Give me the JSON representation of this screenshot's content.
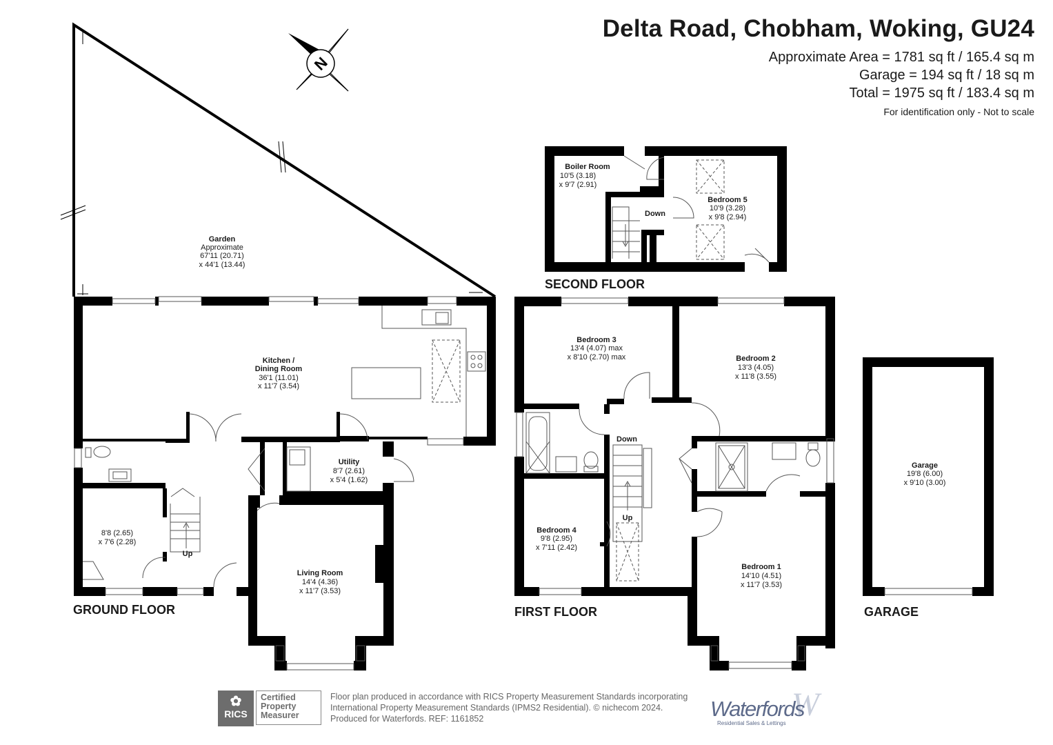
{
  "header": {
    "title": "Delta Road, Chobham, Woking, GU24",
    "approx_area": "Approximate Area = 1781 sq ft / 165.4 sq m",
    "garage_area": "Garage = 194 sq ft / 18 sq m",
    "total_area": "Total = 1975 sq ft / 183.4 sq m",
    "note": "For identification only - Not to scale"
  },
  "compass": {
    "letter": "N"
  },
  "floors": {
    "ground": "GROUND FLOOR",
    "first": "FIRST FLOOR",
    "second": "SECOND FLOOR",
    "garage": "GARAGE"
  },
  "rooms": {
    "garden": {
      "name": "Garden",
      "l1": "Approximate",
      "l2": "67'11 (20.71)",
      "l3": "x 44'1 (13.44)"
    },
    "kitchen": {
      "name": "Kitchen /",
      "name2": "Dining Room",
      "l1": "36'1 (11.01)",
      "l2": "x 11'7 (3.54)"
    },
    "utility": {
      "name": "Utility",
      "l1": "8'7 (2.61)",
      "l2": "x 5'4 (1.62)"
    },
    "study": {
      "l1": "8'8 (2.65)",
      "l2": "x 7'6 (2.28)"
    },
    "living": {
      "name": "Living Room",
      "l1": "14'4 (4.36)",
      "l2": "x 11'7 (3.53)"
    },
    "bedroom3": {
      "name": "Bedroom 3",
      "l1": "13'4 (4.07) max",
      "l2": "x 8'10 (2.70) max"
    },
    "bedroom2": {
      "name": "Bedroom 2",
      "l1": "13'3 (4.05)",
      "l2": "x 11'8 (3.55)"
    },
    "bedroom4": {
      "name": "Bedroom 4",
      "l1": "9'8 (2.95)",
      "l2": "x 7'11 (2.42)"
    },
    "bedroom1": {
      "name": "Bedroom 1",
      "l1": "14'10 (4.51)",
      "l2": "x 11'7 (3.53)"
    },
    "boiler": {
      "name": "Boiler Room",
      "l1": "10'5 (3.18)",
      "l2": "x 9'7 (2.91)"
    },
    "bedroom5": {
      "name": "Bedroom 5",
      "l1": "10'9 (3.28)",
      "l2": "x 9'8 (2.94)"
    },
    "garage": {
      "name": "Garage",
      "l1": "19'8 (6.00)",
      "l2": "x 9'10 (3.00)"
    }
  },
  "stairs": {
    "up": "Up",
    "down": "Down"
  },
  "footer": {
    "line1": "Floor plan produced in accordance with RICS Property Measurement Standards incorporating",
    "line2": "International Property Measurement Standards (IPMS2 Residential).   © nichecom 2024.",
    "line3": "Produced for Waterfords.   REF: 1161852",
    "rics": "RICS",
    "cert1": "Certified",
    "cert2": "Property",
    "cert3": "Measurer",
    "brand": "Waterfords",
    "brand_sub": "Residential Sales & Lettings"
  },
  "colors": {
    "wall": "#000000",
    "fixture": "#555555",
    "text": "#1a1a1a"
  }
}
